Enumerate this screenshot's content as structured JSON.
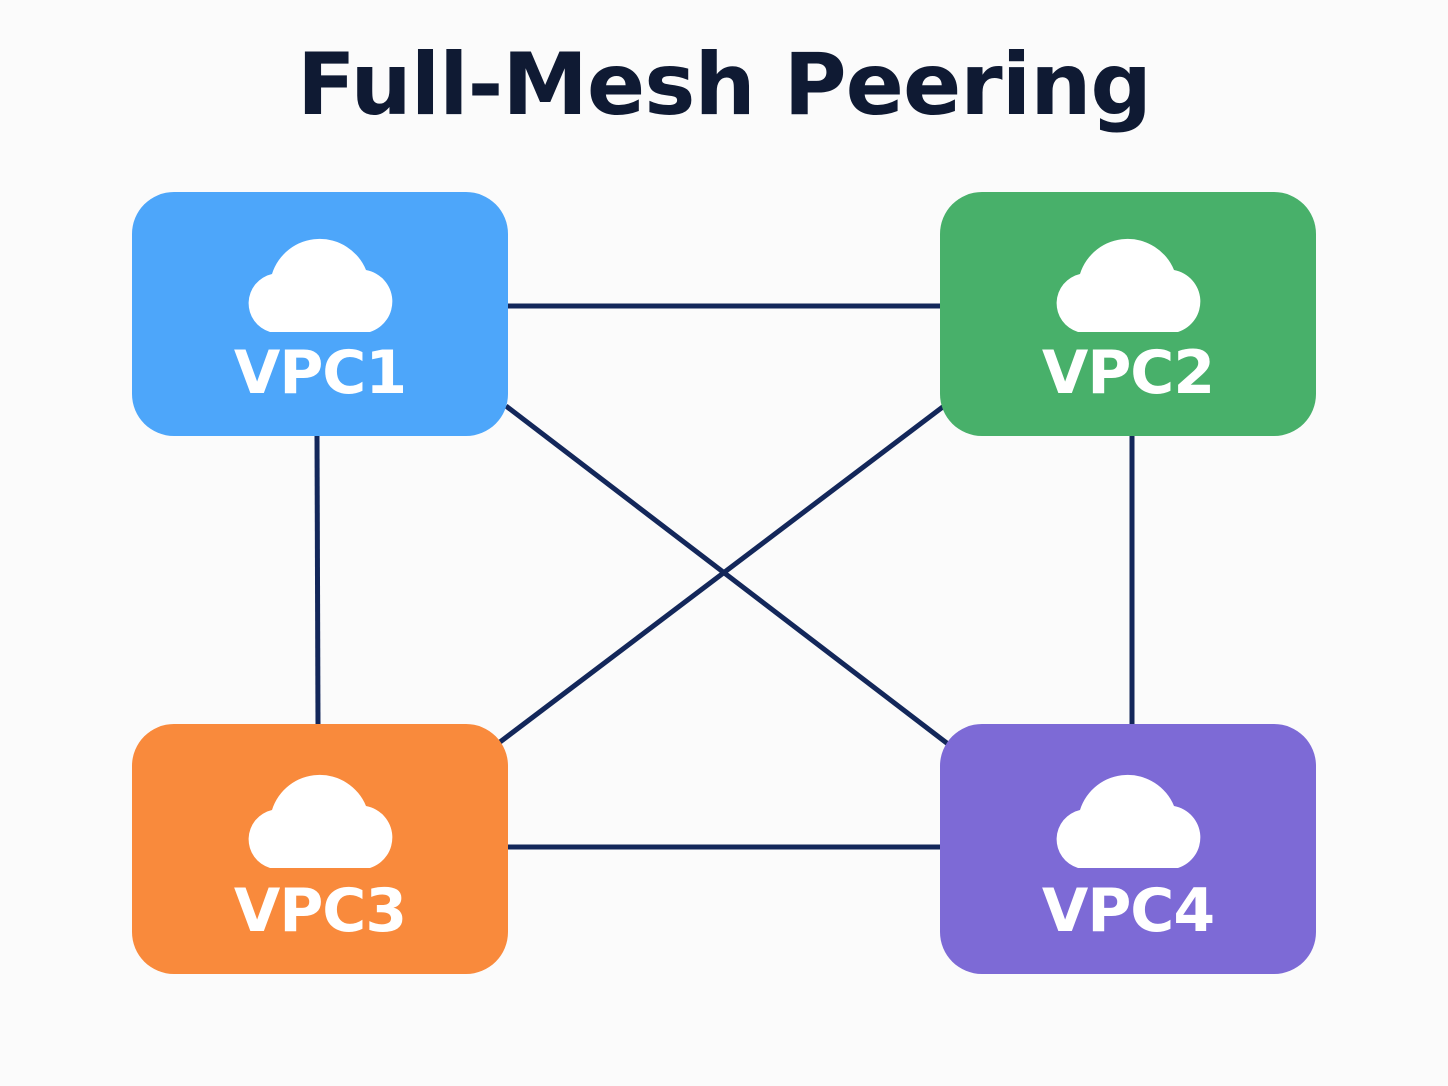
{
  "title": "Full-Mesh Peering",
  "colors": {
    "title": "#0f1a33",
    "link": "#13275a",
    "background": "#fbfbfb"
  },
  "nodes": [
    {
      "id": "vpc1",
      "label": "VPC1",
      "color": "#4da6fa",
      "icon": "cloud-icon"
    },
    {
      "id": "vpc2",
      "label": "VPC2",
      "color": "#48b06a",
      "icon": "cloud-icon"
    },
    {
      "id": "vpc3",
      "label": "VPC3",
      "color": "#f98a3c",
      "icon": "cloud-icon"
    },
    {
      "id": "vpc4",
      "label": "VPC4",
      "color": "#7d6ad6",
      "icon": "cloud-icon"
    }
  ],
  "links": [
    {
      "from": "VPC1",
      "to": "VPC2"
    },
    {
      "from": "VPC1",
      "to": "VPC3"
    },
    {
      "from": "VPC1",
      "to": "VPC4"
    },
    {
      "from": "VPC2",
      "to": "VPC3"
    },
    {
      "from": "VPC2",
      "to": "VPC4"
    },
    {
      "from": "VPC3",
      "to": "VPC4"
    }
  ]
}
